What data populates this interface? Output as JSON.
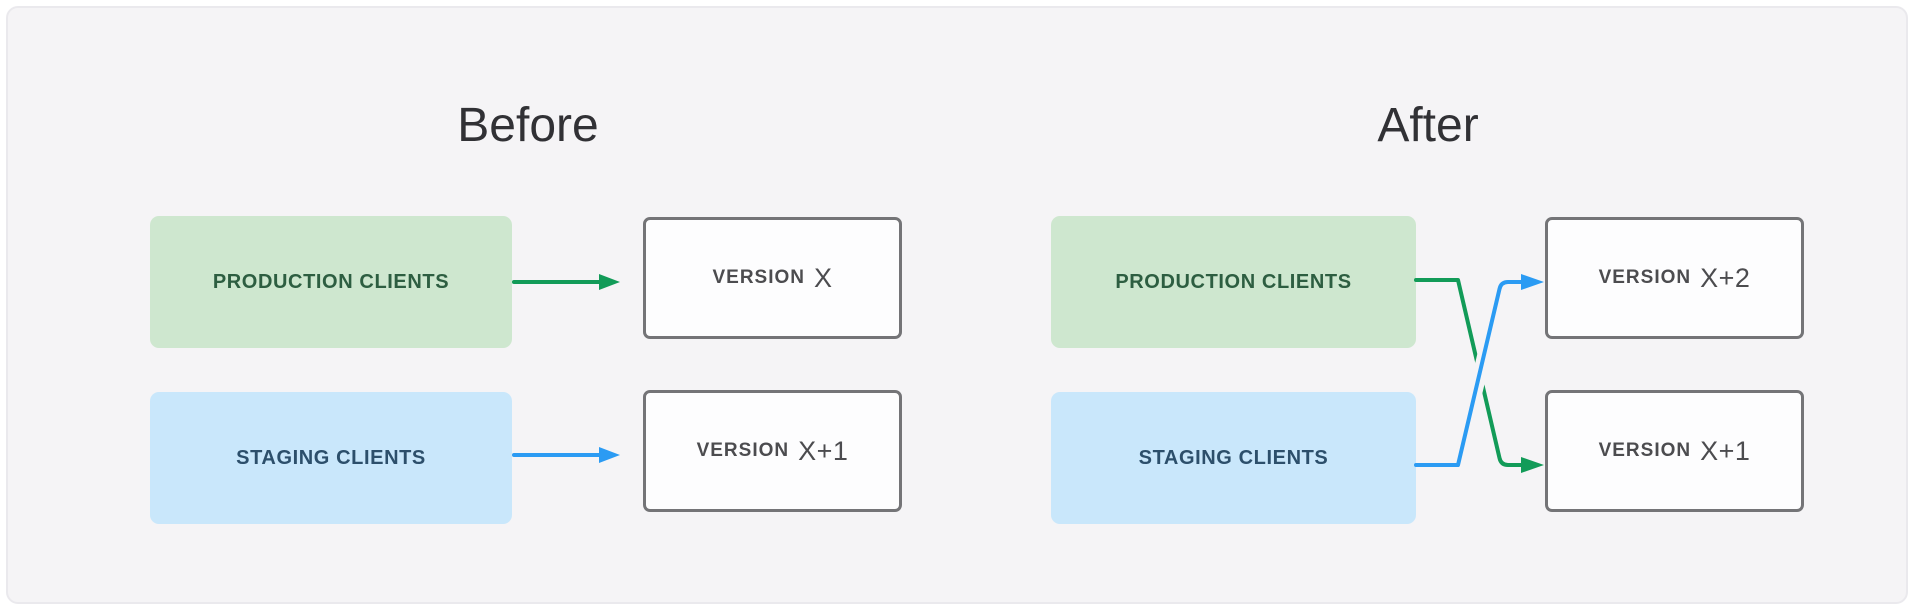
{
  "colors": {
    "page_bg": "#ffffff",
    "card_bg": "#f5f4f6",
    "card_border": "#eae9ed",
    "title_text": "#313135",
    "green_line": "#129b58",
    "blue_line": "#2b9bf3",
    "green_box_bg": "#cee7cf",
    "green_box_text": "#2d5e41",
    "blue_box_bg": "#c9e7fb",
    "blue_box_text": "#2c4f6b",
    "version_bg": "#fdfdfe",
    "version_border": "#747477",
    "version_text": "#4c4c4f"
  },
  "before": {
    "title": "Before",
    "production_label": "PRODUCTION CLIENTS",
    "staging_label": "STAGING CLIENTS",
    "version_top": {
      "word": "VERSION",
      "value": "X"
    },
    "version_bottom": {
      "word": "VERSION",
      "value": "X+1"
    }
  },
  "after": {
    "title": "After",
    "production_label": "PRODUCTION CLIENTS",
    "staging_label": "STAGING CLIENTS",
    "version_top": {
      "word": "VERSION",
      "value": "X+2"
    },
    "version_bottom": {
      "word": "VERSION",
      "value": "X+1"
    }
  },
  "edges": {
    "before": [
      {
        "from": "PRODUCTION CLIENTS",
        "to": "VERSION X",
        "color": "#129b58"
      },
      {
        "from": "STAGING CLIENTS",
        "to": "VERSION X+1",
        "color": "#2b9bf3"
      }
    ],
    "after": [
      {
        "from": "PRODUCTION CLIENTS",
        "to": "VERSION X+1",
        "color": "#129b58"
      },
      {
        "from": "STAGING CLIENTS",
        "to": "VERSION X+2",
        "color": "#2b9bf3"
      }
    ]
  }
}
